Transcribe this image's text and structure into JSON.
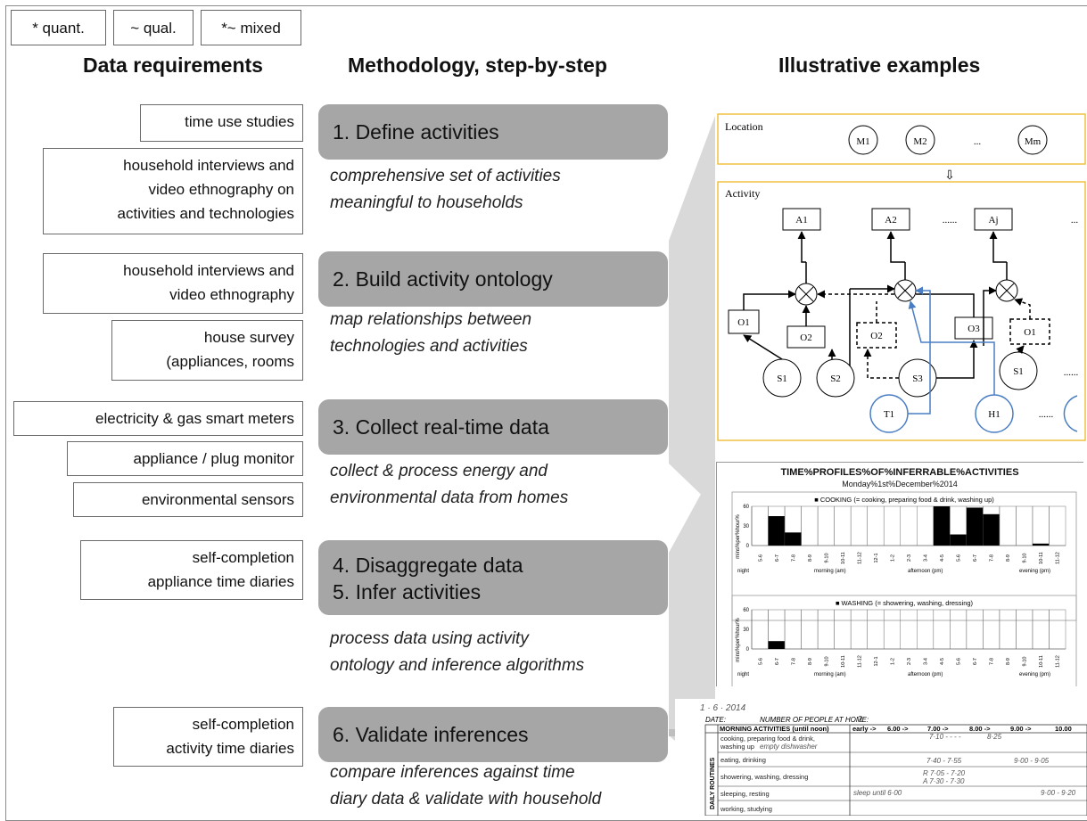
{
  "legend": {
    "quant": "* quant.",
    "qual": "~ qual.",
    "mixed": "*~ mixed"
  },
  "headers": {
    "data_requirements": "Data requirements",
    "methodology": "Methodology, step-by-step",
    "examples": "Illustrative examples"
  },
  "requirements": {
    "r1": "time use studies",
    "r2a": "household interviews and",
    "r2b": "video ethnography on",
    "r2c": "activities and technologies",
    "r3a": "household interviews and",
    "r3b": "video ethnography",
    "r4a": "house survey",
    "r4b": "(appliances, rooms",
    "r5": "electricity & gas smart meters",
    "r6": "appliance / plug monitor",
    "r7": "environmental sensors",
    "r8a": "self-completion",
    "r8b": "appliance time diaries",
    "r9a": "self-completion",
    "r9b": "activity time diaries"
  },
  "steps": {
    "s1": "1. Define activities",
    "s1_desc_a": "comprehensive set of activities",
    "s1_desc_b": "meaningful to households",
    "s2": "2. Build activity ontology",
    "s2_desc_a": "map relationships between",
    "s2_desc_b": "technologies and activities",
    "s3": "3. Collect real-time data",
    "s3_desc_a": "collect & process energy and",
    "s3_desc_b": "environmental data from homes",
    "s4a": "4. Disaggregate data",
    "s4b": "5. Infer activities",
    "s4_desc_a": "process data using activity",
    "s4_desc_b": "ontology and inference algorithms",
    "s6": "6. Validate inferences",
    "s6_desc_a": "compare inferences against time",
    "s6_desc_b": "diary data & validate with household"
  },
  "ontology": {
    "location_label": "Location",
    "activity_label": "Activity",
    "m1": "M1",
    "m2": "M2",
    "mdots": "...",
    "mm": "Mm",
    "a1": "A1",
    "a2": "A2",
    "adots": "......",
    "aj": "Aj",
    "atrail": "...",
    "o1": "O1",
    "o2": "O2",
    "o2b": "O2",
    "o3": "O3",
    "o1b": "O1",
    "s1": "S1",
    "s2": "S2",
    "s3": "S3",
    "s1b": "S1",
    "sdots": "......",
    "t1": "T1",
    "h1": "H1",
    "hdots": "......",
    "arrow_down": "⇩"
  },
  "profile": {
    "title": "TIME%PROFILES%OF%INFERRABLE%ACTIVITIES",
    "subtitle": "Monday%1st%December%2014",
    "ylabel": "mins%per%hour%",
    "panels": [
      {
        "legend": "COOKING (= cooking, preparing food & drink, washing up)",
        "yticks": [
          "60",
          "30",
          "0"
        ],
        "xticks": [
          "5-6",
          "6-7",
          "7-8",
          "8-9",
          "9-10",
          "10-11",
          "11-12",
          "12-1",
          "1-2",
          "2-3",
          "3-4",
          "4-5",
          "5-6",
          "6-7",
          "7-8",
          "8-9",
          "9-10",
          "10-11",
          "11-12"
        ],
        "periods": [
          "night",
          "morning (am)",
          "afternoon (pm)",
          "evening (pm)"
        ]
      },
      {
        "legend": "WASHING (= showering, washing, dressing)",
        "yticks": [
          "60",
          "30",
          "0"
        ],
        "xticks": [
          "5-6",
          "6-7",
          "7-8",
          "8-9",
          "9-10",
          "10-11",
          "11-12",
          "12-1",
          "1-2",
          "2-3",
          "3-4",
          "4-5",
          "5-6",
          "6-7",
          "7-8",
          "8-9",
          "9-10",
          "10-11",
          "11-12"
        ],
        "periods": [
          "night",
          "morning (am)",
          "afternoon (pm)",
          "evening (pm)"
        ]
      }
    ]
  },
  "chart_data": [
    {
      "type": "bar",
      "title": "TIME%PROFILES%OF%INFERRABLE%ACTIVITIES",
      "legend": "COOKING (= cooking, preparing food & drink, washing up)",
      "categories": [
        "5-6",
        "6-7",
        "7-8",
        "8-9",
        "9-10",
        "10-11",
        "11-12",
        "12-1",
        "1-2",
        "2-3",
        "3-4",
        "4-5",
        "5-6",
        "6-7",
        "7-8",
        "8-9",
        "9-10",
        "10-11",
        "11-12"
      ],
      "values": [
        0,
        45,
        20,
        0,
        0,
        0,
        0,
        0,
        0,
        0,
        0,
        60,
        17,
        58,
        48,
        0,
        0,
        3,
        0
      ],
      "ylim": [
        0,
        60
      ]
    },
    {
      "type": "bar",
      "legend": "WASHING (= showering, washing, dressing)",
      "categories": [
        "5-6",
        "6-7",
        "7-8",
        "8-9",
        "9-10",
        "10-11",
        "11-12",
        "12-1",
        "1-2",
        "2-3",
        "3-4",
        "4-5",
        "5-6",
        "6-7",
        "7-8",
        "8-9",
        "9-10",
        "10-11",
        "11-12"
      ],
      "values": [
        0,
        12,
        0,
        0,
        0,
        0,
        0,
        0,
        0,
        0,
        0,
        0,
        0,
        0,
        0,
        0,
        0,
        0,
        0
      ],
      "ylim": [
        0,
        60
      ]
    }
  ],
  "diary": {
    "hand_date": "1 · 6 · 2014",
    "date_label": "DATE:",
    "people_label": "NUMBER OF PEOPLE AT HOME:",
    "people_value": "2",
    "header_activity": "MORNING ACTIVITIES (until noon)",
    "header_hint": "early ->",
    "times": [
      "6.00 ->",
      "7.00 ->",
      "8.00 ->",
      "9.00 ->",
      "10.00"
    ],
    "side_label": "DAILY ROUTINES",
    "rows": [
      {
        "label": "cooking, preparing food & drink,",
        "label2": "washing up",
        "hand_label": "empty dishwasher",
        "hand1": "7·10 - - - -",
        "hand2": "8·25"
      },
      {
        "label": "eating, drinking",
        "hand1": "7·40 - 7·55",
        "hand2": "9·00 - 9·05"
      },
      {
        "label": "showering, washing, dressing",
        "hand1": "R 7·05 - 7·20",
        "hand2": "A 7·30 - 7·30"
      },
      {
        "label": "sleeping, resting",
        "hand1": "sleep until 6·00",
        "hand2": "9·00 - 9·20"
      },
      {
        "label": "working, studying"
      }
    ]
  }
}
